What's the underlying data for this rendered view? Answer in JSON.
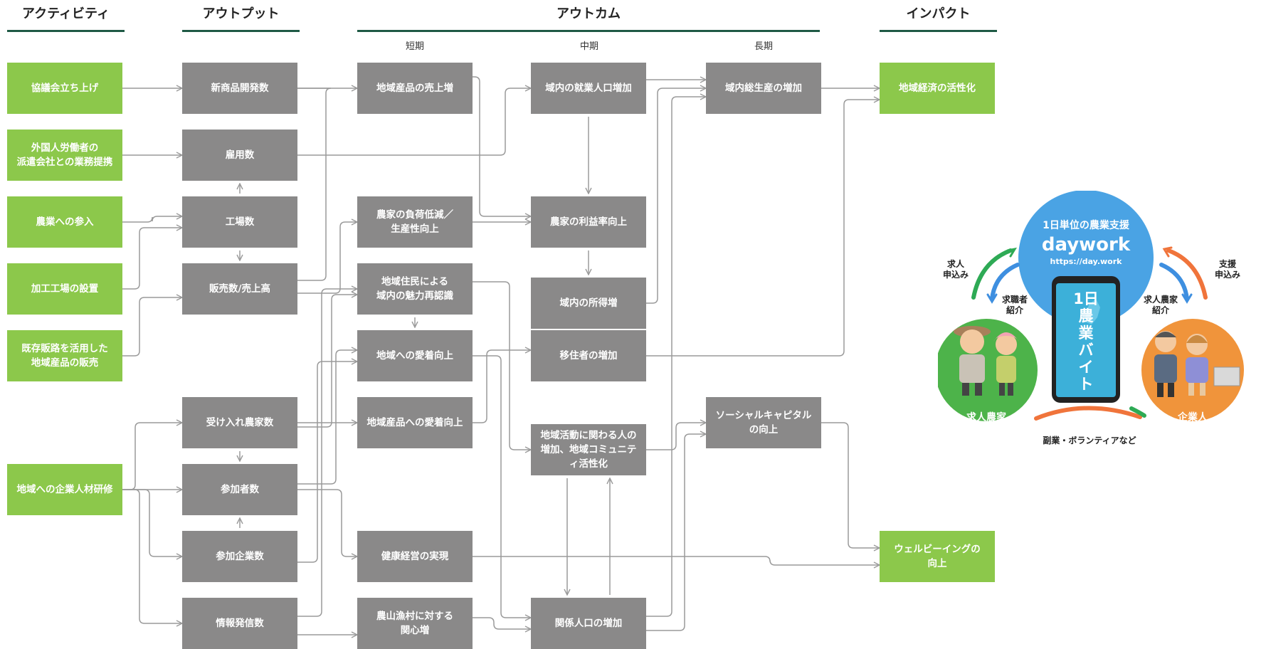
{
  "headers": {
    "activity": "アクティビティ",
    "output": "アウトプット",
    "outcome": "アウトカム",
    "impact": "インパクト"
  },
  "terms": {
    "short": "短期",
    "mid": "中期",
    "long": "長期"
  },
  "nodes": {
    "a1": "協議会立ち上げ",
    "a2": "外国人労働者の\n派遣会社との業務提携",
    "a3": "農業への参入",
    "a4": "加工工場の設置",
    "a5": "既存販路を活用した\n地域産品の販売",
    "a6": "地域への企業人材研修",
    "o1": "新商品開発数",
    "o2": "雇用数",
    "o3": "工場数",
    "o4": "販売数/売上高",
    "o5": "受け入れ農家数",
    "o6": "参加者数",
    "o7": "参加企業数",
    "o8": "情報発信数",
    "s1": "地域産品の売上増",
    "s2": "農家の負荷低減／\n生産性向上",
    "s3": "地域住民による\n域内の魅力再認識",
    "s4": "地域への愛着向上",
    "s5": "地域産品への愛着向上",
    "s6": "健康経営の実現",
    "s7": "農山漁村に対する\n関心増",
    "m1": "域内の就業人口増加",
    "m2": "農家の利益率向上",
    "m3": "域内の所得増",
    "m4": "移住者の増加",
    "m5": "地域活動に関わる人の\n増加、地域コミュニテ\nィ活性化",
    "m6": "関係人口の増加",
    "l1": "域内総生産の増加",
    "l2": "ソーシャルキャピタル\nの向上",
    "i1": "地域経済の活性化",
    "i2": "ウェルビーイングの\n向上"
  },
  "illustration": {
    "service_tagline": "1日単位の農業支援",
    "brand": "daywork",
    "url": "https://day.work",
    "phone_text": "1日\n農\n業\nバ\nイ\nト",
    "left_outer": "求人\n申込み",
    "left_inner": "求職者\n紹介",
    "right_inner": "求人農家\n紹介",
    "right_outer": "支援\n申込み",
    "farmer_label": "求人農家",
    "company_label": "企業人",
    "bottom_caption": "副業・ボランティアなど",
    "colors": {
      "blue": "#4aa3e4",
      "green": "#4db34a",
      "orange": "#f0943b",
      "arrow_green": "#2eaa55",
      "arrow_orange": "#f0743b",
      "arrow_blue": "#3e8fe0"
    }
  },
  "colors": {
    "activity_node": "#8cc84b",
    "output_node": "#8a8989",
    "header_rule": "#1f5a45",
    "connector": "#9a9a9a"
  }
}
